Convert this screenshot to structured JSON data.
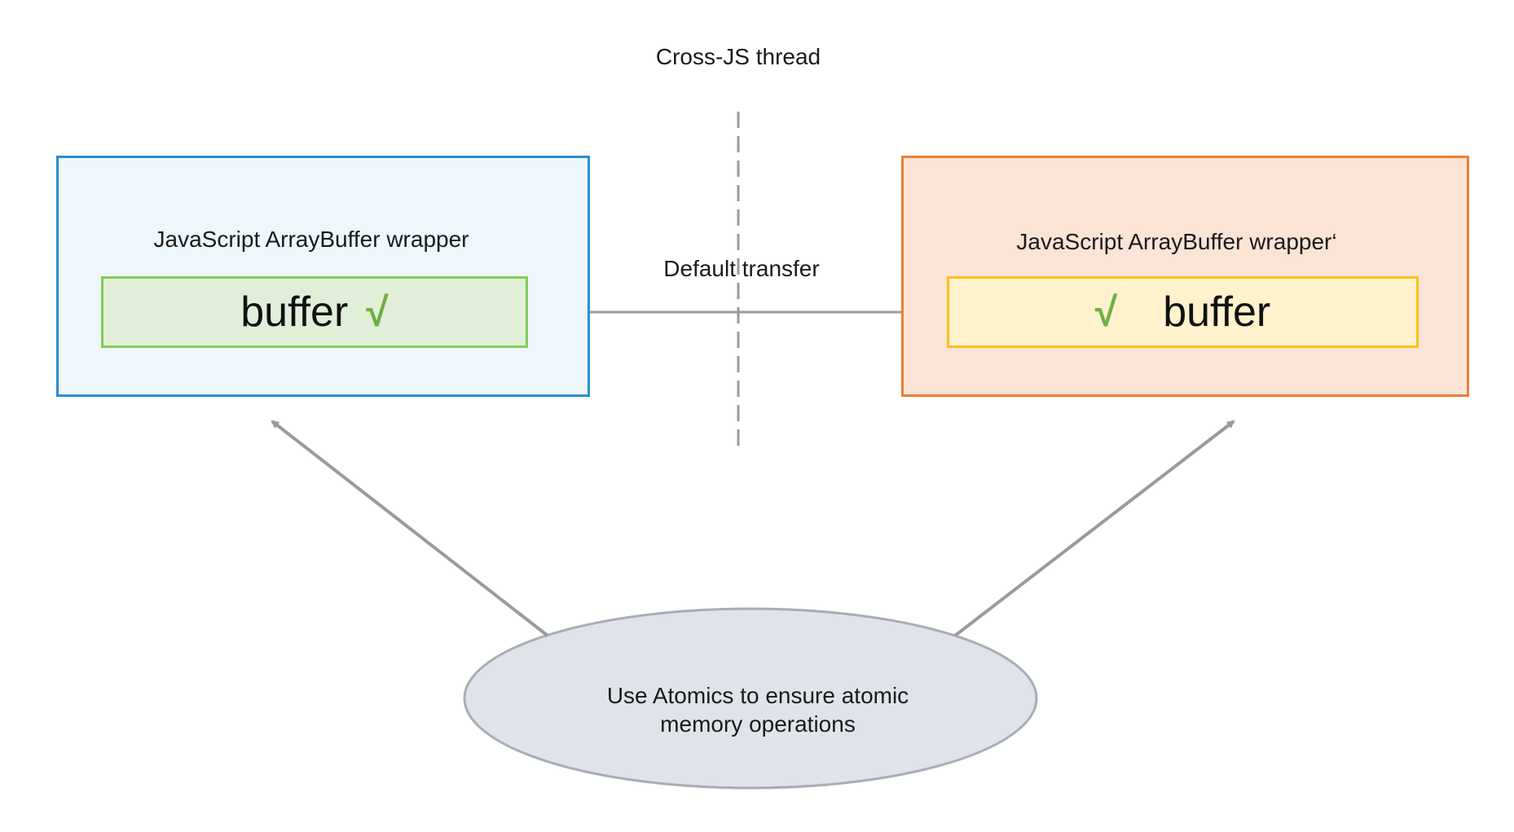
{
  "thread_label": "Cross-JS thread",
  "transfer_label": "Default transfer",
  "left": {
    "title": "JavaScript ArrayBuffer wrapper",
    "buffer_text": "buffer",
    "check": "√"
  },
  "right": {
    "title": "JavaScript ArrayBuffer wrapper‘",
    "buffer_text": "buffer",
    "check": "√"
  },
  "atomics": {
    "line1": "Use Atomics to ensure atomic",
    "line2": "memory operations"
  },
  "colors": {
    "left_box_border": "#2a8fd0",
    "left_box_fill": "#eef7fb",
    "right_box_border": "#ec7f33",
    "right_box_fill": "#fbe3d5",
    "left_buffer_border": "#84cc57",
    "left_buffer_fill": "#e1efd8",
    "right_buffer_border": "#fbc11a",
    "right_buffer_fill": "#fff2cc",
    "check": "#6cb044",
    "arrow": "#9a9a9a",
    "ellipse_fill": "#e0e4ea"
  }
}
